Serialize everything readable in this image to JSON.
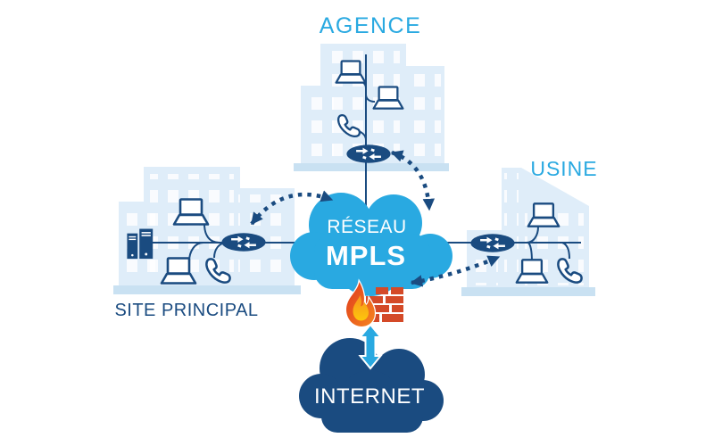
{
  "diagram": {
    "type": "mpls-network-topology",
    "nodes": {
      "agence": {
        "label": "AGENCE",
        "kind": "branch-office",
        "devices": [
          "laptop",
          "laptop",
          "ip-phone",
          "router"
        ]
      },
      "site_principal": {
        "label": "SITE PRINCIPAL",
        "kind": "main-site",
        "devices": [
          "server",
          "laptop",
          "laptop",
          "ip-phone",
          "router"
        ]
      },
      "usine": {
        "label": "USINE",
        "kind": "factory",
        "devices": [
          "laptop",
          "laptop",
          "ip-phone",
          "router"
        ]
      },
      "mpls": {
        "label_line1": "RÉSEAU",
        "label_line2": "MPLS",
        "kind": "network-cloud"
      },
      "internet": {
        "label": "INTERNET",
        "kind": "network-cloud"
      },
      "firewall": {
        "kind": "firewall"
      }
    },
    "connections": [
      {
        "from": "site-principal-router",
        "to": "mpls-cloud",
        "style": "dashed-curved-bidirectional"
      },
      {
        "from": "agence-router",
        "to": "mpls-cloud",
        "style": "dashed-curved-bidirectional"
      },
      {
        "from": "mpls-cloud",
        "to": "usine-router",
        "style": "dashed-curved-bidirectional"
      },
      {
        "from": "mpls-cloud",
        "to": "internet",
        "via": "firewall",
        "style": "solid-double-arrow"
      }
    ],
    "colors": {
      "accent_blue": "#29A9E1",
      "navy": "#1A4B80",
      "building_fill": "#DFEDF9",
      "building_base": "#C9E1F2",
      "flame_red": "#DF3A1E",
      "flame_orange": "#F6851F",
      "flame_yellow": "#FDC70C",
      "brick_red": "#D44A28",
      "cloud_text": "#FFFFFF",
      "background": "#FFFFFF"
    }
  }
}
